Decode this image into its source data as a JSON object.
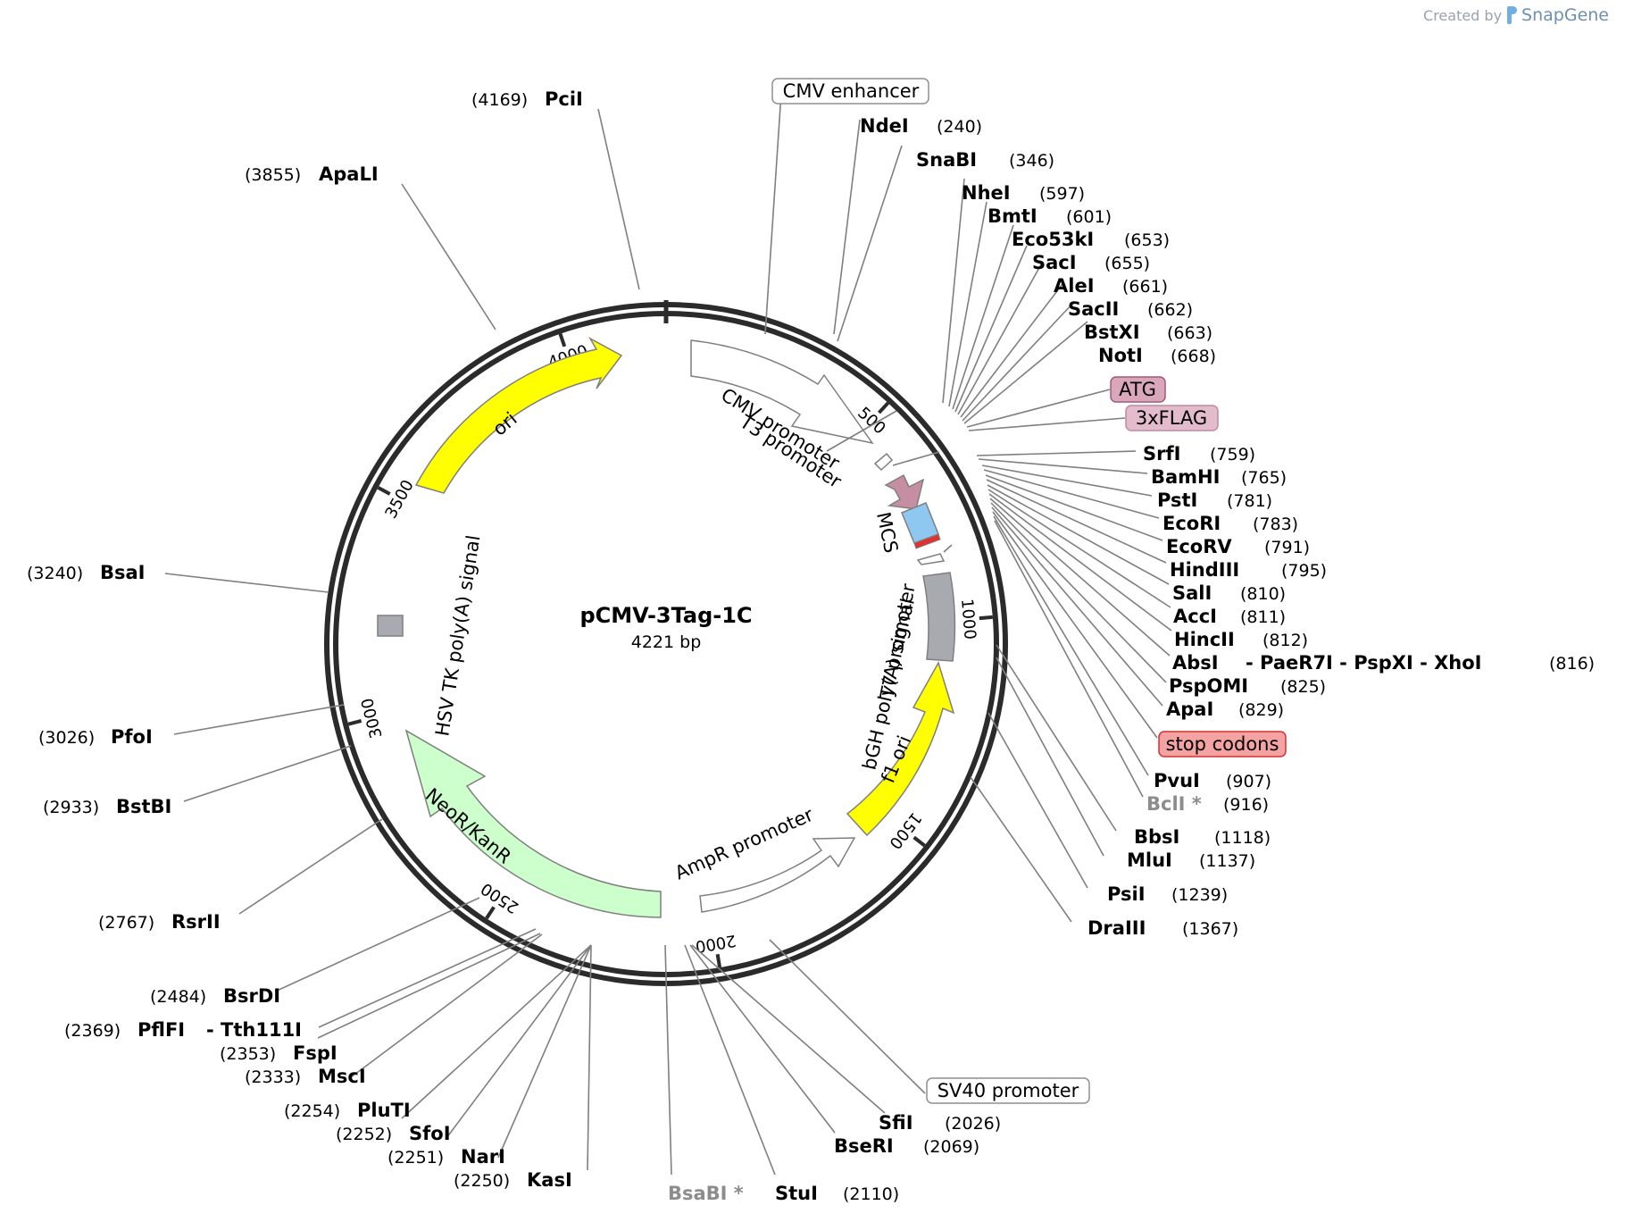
{
  "watermark": {
    "created_by": "Created by",
    "brand": "SnapGene"
  },
  "plasmid": {
    "name": "pCMV-3Tag-1C",
    "size_label": "4221 bp",
    "length": 4221
  },
  "ticks": [
    {
      "pos": 500,
      "label": "500"
    },
    {
      "pos": 1000,
      "label": "1000"
    },
    {
      "pos": 1500,
      "label": "1500"
    },
    {
      "pos": 2000,
      "label": "2000"
    },
    {
      "pos": 2500,
      "label": "2500"
    },
    {
      "pos": 3000,
      "label": "3000"
    },
    {
      "pos": 3500,
      "label": "3500"
    },
    {
      "pos": 4000,
      "label": "4000"
    }
  ],
  "features": [
    {
      "name": "CMV promoter",
      "color": "#ffffff"
    },
    {
      "name": "T3 promoter",
      "color": "#ffffff"
    },
    {
      "name": "MCS",
      "color": "#ffffff"
    },
    {
      "name": "T7 promoter",
      "color": "#ffffff"
    },
    {
      "name": "bGH poly(A) signal",
      "color": "#a7abb0"
    },
    {
      "name": "f1 ori",
      "color": "#ffff00"
    },
    {
      "name": "AmpR promoter",
      "color": "#ffffff"
    },
    {
      "name": "NeoR/KanR",
      "color": "#ccffcc"
    },
    {
      "name": "HSV TK poly(A) signal",
      "color": "#a7abb0"
    },
    {
      "name": "ori",
      "color": "#ffff00"
    },
    {
      "name": "ATG",
      "color": "#c58ea3"
    },
    {
      "name": "3xFLAG",
      "color": "#8ec7f0"
    },
    {
      "name": "stop codons",
      "color": "#e03030"
    }
  ],
  "boxed_labels": [
    {
      "text": "CMV enhancer",
      "fill": "#ffffff",
      "stroke": "#8f8f8f"
    },
    {
      "text": "ATG",
      "fill": "#d9a7b9",
      "stroke": "#a05a78"
    },
    {
      "text": "3xFLAG",
      "fill": "#e2bccb",
      "stroke": "#c08aa0"
    },
    {
      "text": "stop codons",
      "fill": "#f4a2a2",
      "stroke": "#d63030"
    },
    {
      "text": "SV40 promoter",
      "fill": "#ffffff",
      "stroke": "#8f8f8f"
    }
  ],
  "sites": [
    {
      "enzyme": "PciI",
      "pos": "(4169)"
    },
    {
      "enzyme": "ApaLI",
      "pos": "(3855)"
    },
    {
      "enzyme": "BsaI",
      "pos": "(3240)"
    },
    {
      "enzyme": "PfoI",
      "pos": "(3026)"
    },
    {
      "enzyme": "BstBI",
      "pos": "(2933)"
    },
    {
      "enzyme": "RsrII",
      "pos": "(2767)"
    },
    {
      "enzyme": "BsrDI",
      "pos": "(2484)"
    },
    {
      "enzyme": "PflFI",
      "pos": "(2369)",
      "extra": "- Tth111I"
    },
    {
      "enzyme": "FspI",
      "pos": "(2353)"
    },
    {
      "enzyme": "MscI",
      "pos": "(2333)"
    },
    {
      "enzyme": "PluTI",
      "pos": "(2254)"
    },
    {
      "enzyme": "SfoI",
      "pos": "(2252)"
    },
    {
      "enzyme": "NarI",
      "pos": "(2251)"
    },
    {
      "enzyme": "KasI",
      "pos": "(2250)"
    },
    {
      "enzyme": "BsaBI *",
      "pos": "",
      "gray": true
    },
    {
      "enzyme": "StuI",
      "pos": "(2110)"
    },
    {
      "enzyme": "BseRI",
      "pos": "(2069)"
    },
    {
      "enzyme": "SfiI",
      "pos": "(2026)"
    },
    {
      "enzyme": "NdeI",
      "pos": "(240)"
    },
    {
      "enzyme": "SnaBI",
      "pos": "(346)"
    },
    {
      "enzyme": "NheI",
      "pos": "(597)"
    },
    {
      "enzyme": "BmtI",
      "pos": "(601)"
    },
    {
      "enzyme": "Eco53kI",
      "pos": "(653)"
    },
    {
      "enzyme": "SacI",
      "pos": "(655)"
    },
    {
      "enzyme": "AleI",
      "pos": "(661)"
    },
    {
      "enzyme": "SacII",
      "pos": "(662)"
    },
    {
      "enzyme": "BstXI",
      "pos": "(663)"
    },
    {
      "enzyme": "NotI",
      "pos": "(668)"
    },
    {
      "enzyme": "SrfI",
      "pos": "(759)"
    },
    {
      "enzyme": "BamHI",
      "pos": "(765)"
    },
    {
      "enzyme": "PstI",
      "pos": "(781)"
    },
    {
      "enzyme": "EcoRI",
      "pos": "(783)"
    },
    {
      "enzyme": "EcoRV",
      "pos": "(791)"
    },
    {
      "enzyme": "HindIII",
      "pos": "(795)"
    },
    {
      "enzyme": "SalI",
      "pos": "(810)"
    },
    {
      "enzyme": "AccI",
      "pos": "(811)"
    },
    {
      "enzyme": "HincII",
      "pos": "(812)"
    },
    {
      "enzyme": "AbsI",
      "pos": "(816)",
      "extra": "- PaeR7I - PspXI - XhoI"
    },
    {
      "enzyme": "PspOMI",
      "pos": "(825)"
    },
    {
      "enzyme": "ApaI",
      "pos": "(829)"
    },
    {
      "enzyme": "PvuI",
      "pos": "(907)"
    },
    {
      "enzyme": "BclI *",
      "pos": "(916)",
      "gray": true
    },
    {
      "enzyme": "BbsI",
      "pos": "(1118)"
    },
    {
      "enzyme": "MluI",
      "pos": "(1137)"
    },
    {
      "enzyme": "PsiI",
      "pos": "(1239)"
    },
    {
      "enzyme": "DraIII",
      "pos": "(1367)"
    }
  ]
}
